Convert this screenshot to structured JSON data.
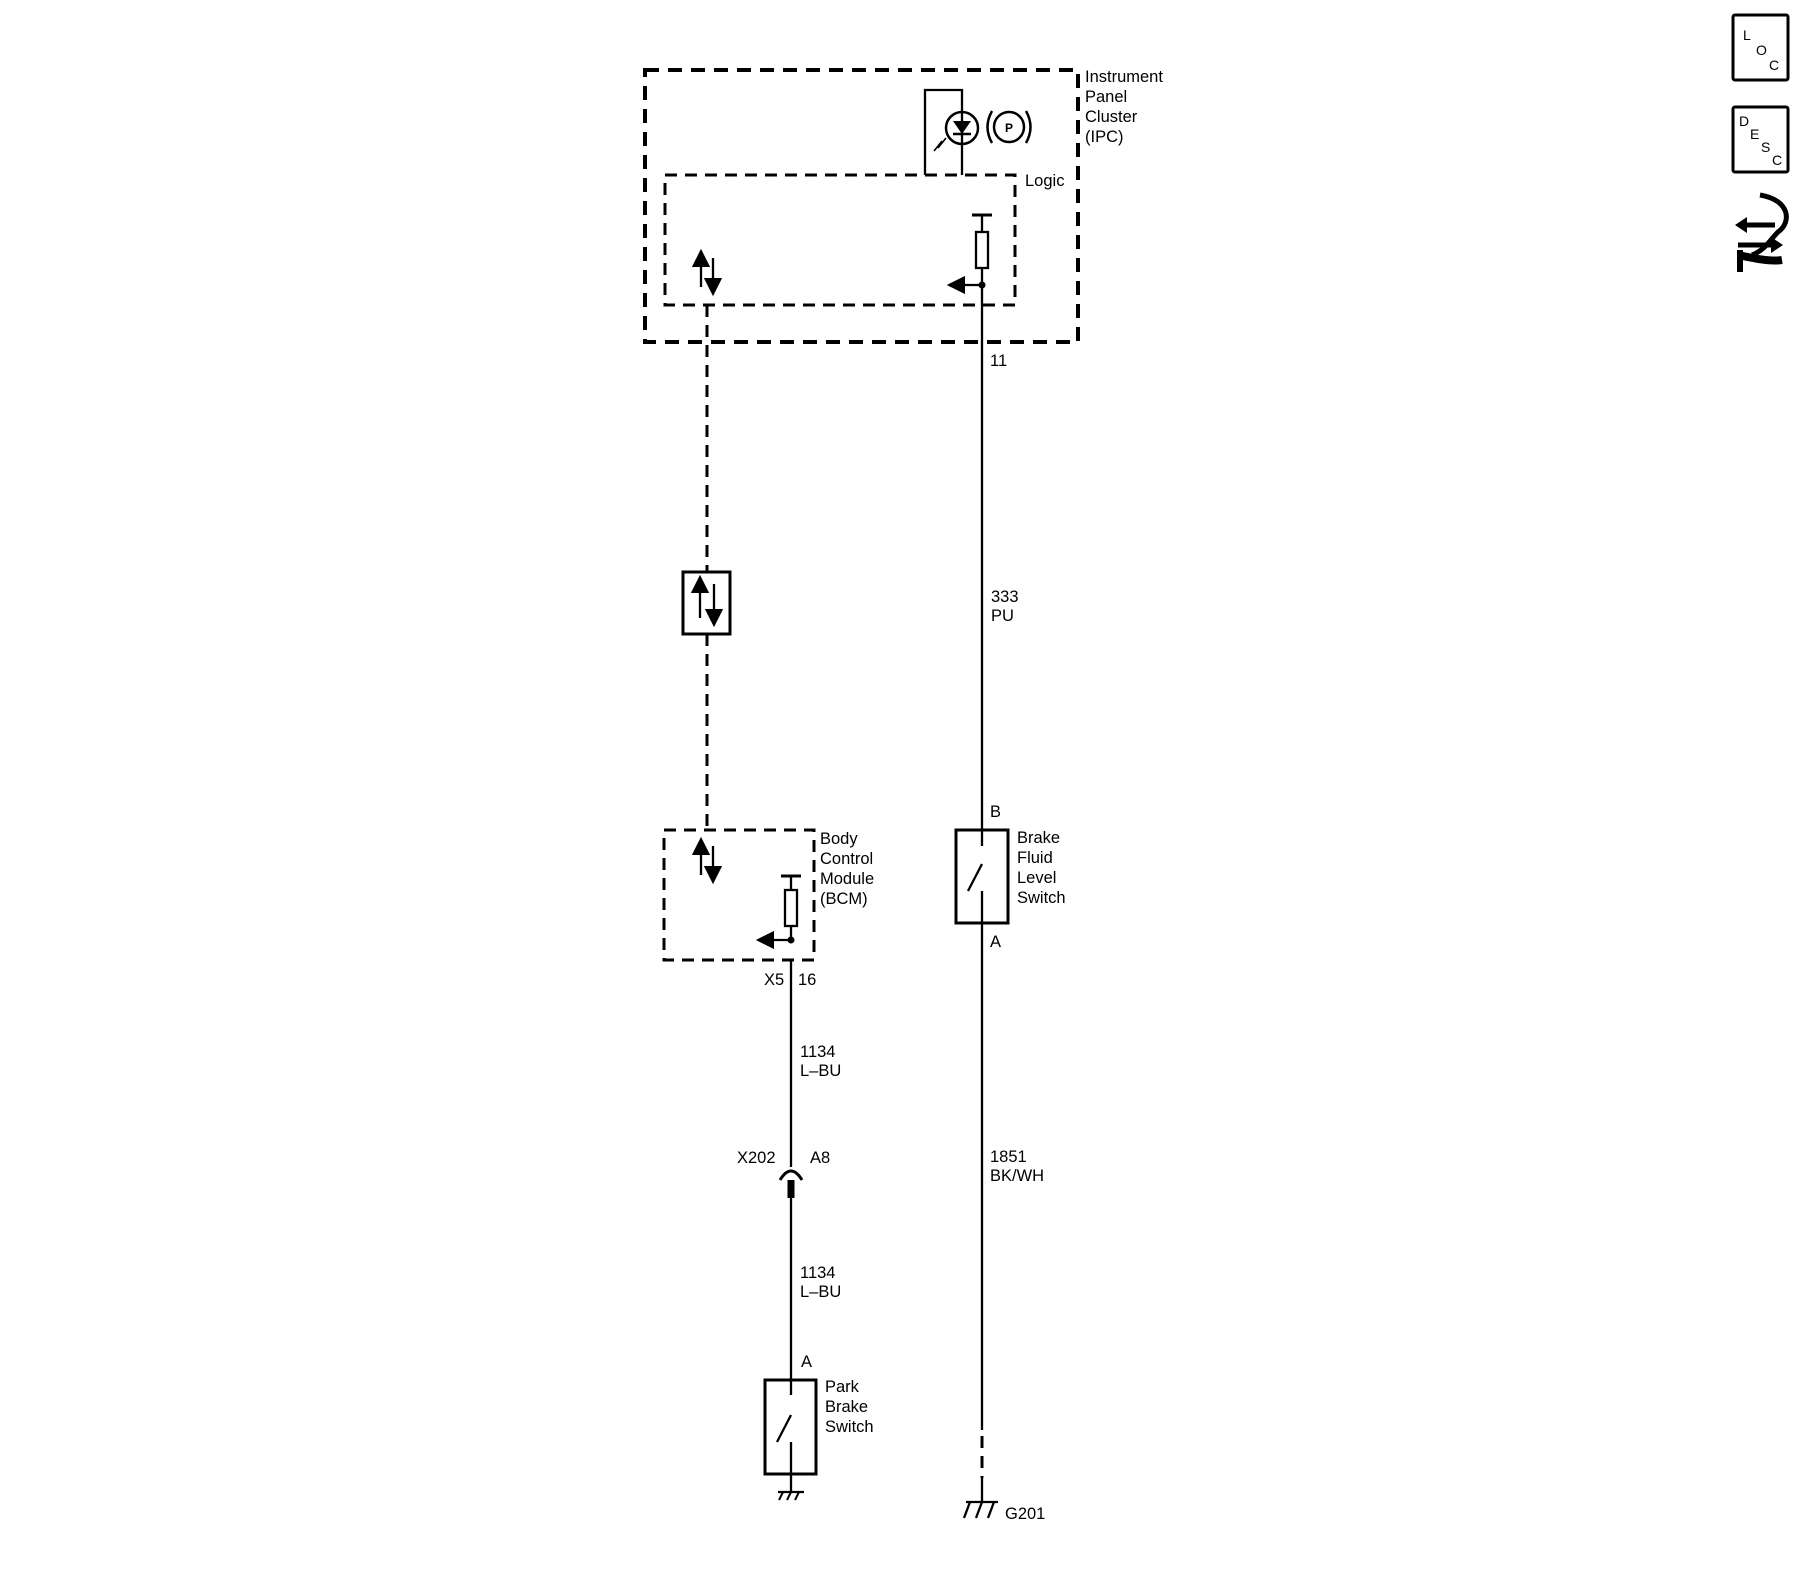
{
  "ipc": {
    "label_lines": [
      "Instrument",
      "Panel",
      "Cluster",
      "(IPC)"
    ],
    "logic_label": "Logic",
    "indicator_symbol": "P",
    "pin": "11"
  },
  "bcm": {
    "label_lines": [
      "Body",
      "Control",
      "Module",
      "(BCM)"
    ],
    "connector": "X5",
    "pin": "16"
  },
  "brake_fluid_switch": {
    "label_lines": [
      "Brake",
      "Fluid",
      "Level",
      "Switch"
    ],
    "pin_top": "B",
    "pin_bottom": "A"
  },
  "park_brake_switch": {
    "label_lines": [
      "Park",
      "Brake",
      "Switch"
    ],
    "pin_top": "A"
  },
  "wires": {
    "w333": {
      "circuit": "333",
      "color": "PU"
    },
    "w1134_upper": {
      "circuit": "1134",
      "color": "L–BU"
    },
    "w1134_lower": {
      "circuit": "1134",
      "color": "L–BU"
    },
    "w1851": {
      "circuit": "1851",
      "color": "BK/WH"
    }
  },
  "connector_x202": {
    "name": "X202",
    "pin": "A8"
  },
  "ground": {
    "name": "G201"
  },
  "side_buttons": {
    "loc": {
      "l1": "L",
      "l2": "O",
      "l3": "C"
    },
    "desc": {
      "l1": "D",
      "l2": "E",
      "l3": "S",
      "l4": "C"
    },
    "nav_icon": "connector-navigation-icon"
  }
}
